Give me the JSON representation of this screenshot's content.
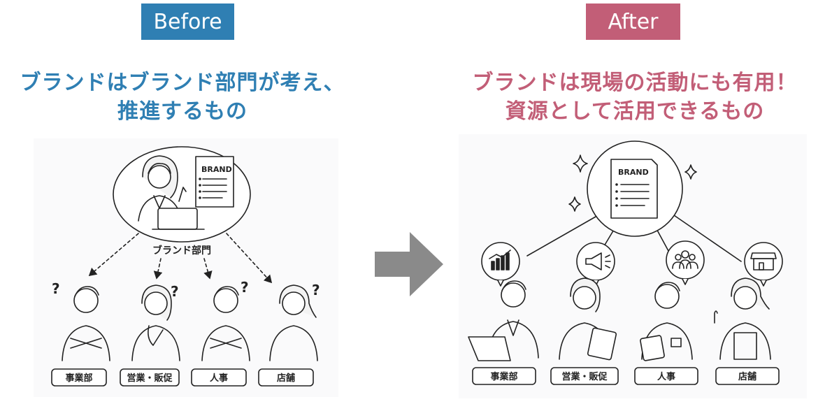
{
  "before": {
    "badge": "Before",
    "headline": [
      "ブランドはブランド部門が考え、",
      "推進するもの"
    ],
    "document_label": "BRAND",
    "center_label": "ブランド部門",
    "departments": [
      "事業部",
      "営業・販促",
      "人事",
      "店舗"
    ]
  },
  "after": {
    "badge": "After",
    "headline": [
      "ブランドは現場の活動にも有用！",
      "資源として活用できるもの"
    ],
    "document_label": "BRAND",
    "departments": [
      "事業部",
      "営業・販促",
      "人事",
      "店舗"
    ]
  },
  "colors": {
    "before_accent": "#2f7fb3",
    "after_accent": "#c25e77",
    "arrow": "#8a8a8a",
    "line": "#222222"
  }
}
